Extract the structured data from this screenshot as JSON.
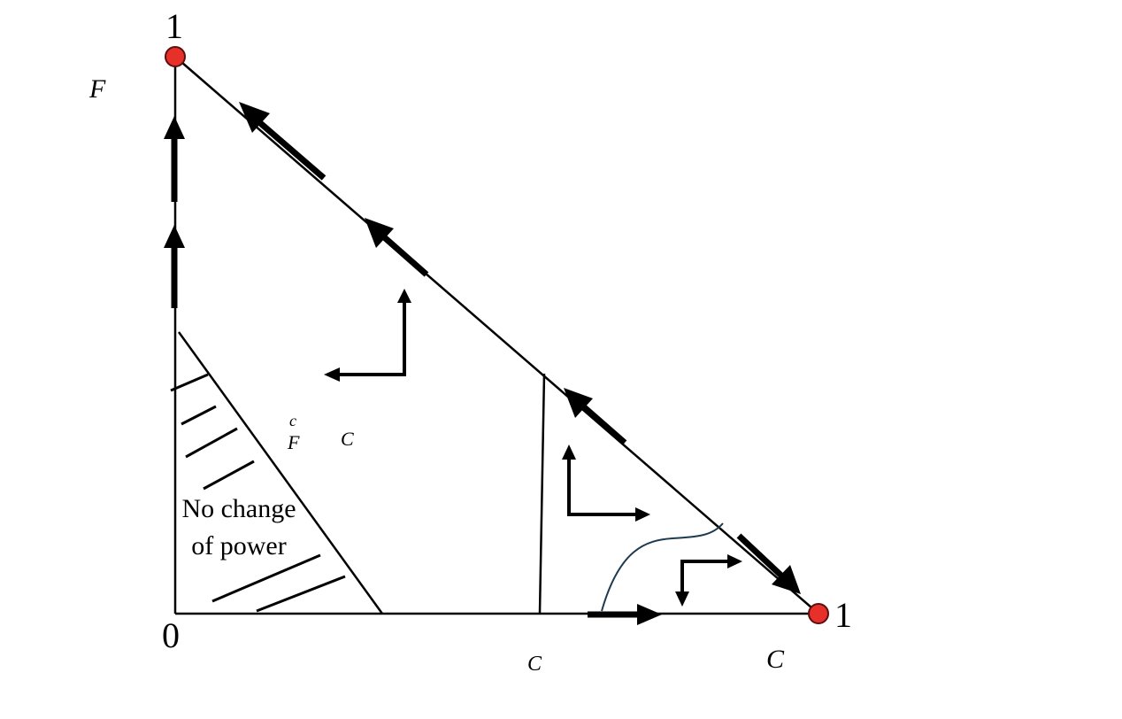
{
  "labels": {
    "vertex_top": "1",
    "vertex_right": "1",
    "origin": "0",
    "y_axis_label": "F",
    "x_axis_label": "C",
    "x_mid_label": "C",
    "sup_c": "c",
    "sub_f": "F",
    "mid_c": "C"
  },
  "region_note": {
    "line1": "No change",
    "line2": "of power"
  },
  "colors": {
    "stroke": "#000000",
    "equilibrium_point": "#e8302a",
    "curve": "#1e3a4f"
  }
}
